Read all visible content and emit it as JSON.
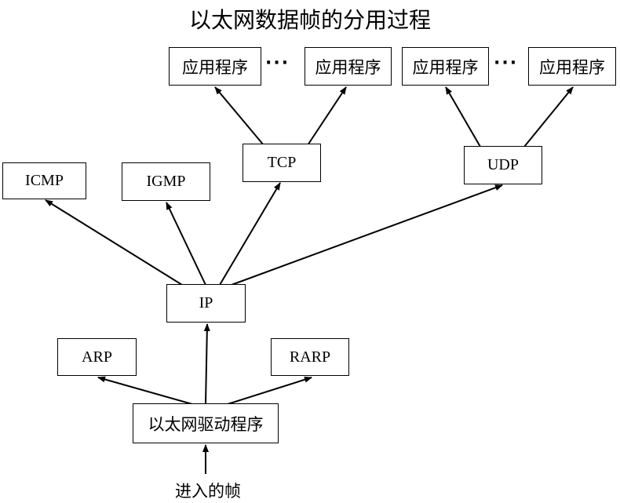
{
  "title": "以太网数据帧的分用过程",
  "nodes": {
    "app1": "应用程序",
    "app2": "应用程序",
    "app3": "应用程序",
    "app4": "应用程序",
    "tcp": "TCP",
    "udp": "UDP",
    "icmp": "ICMP",
    "igmp": "IGMP",
    "ip": "IP",
    "arp": "ARP",
    "rarp": "RARP",
    "driver": "以太网驱动程序"
  },
  "ellipsis_left": "···",
  "ellipsis_right": "···",
  "incoming_label": "进入的帧",
  "colors": {
    "line": "#000000",
    "box_fill": "#ffffff"
  }
}
